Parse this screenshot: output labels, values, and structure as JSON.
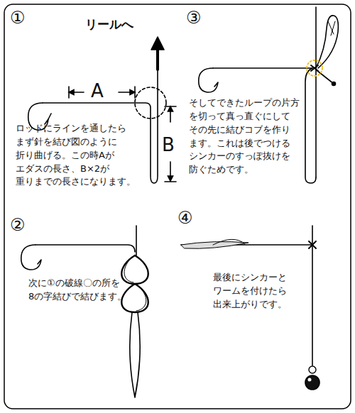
{
  "diagram": {
    "labels": [
      "①",
      "リールへ",
      "A",
      "B",
      "ロッドにラインを通したら まず針を結び図のように 折り曲げる。この時Aが エダスの長さ、B×2が 重りまでの長さになります。",
      "③",
      "そしてできたループの片方 を切って真っ直ぐにして その先に結びコブを作り ます。これは後でつける シンカーのすっぽ抜けを 防ぐためです。",
      "②",
      "次に①の破線〇の所を 8の字結びで結びます。",
      "④",
      "最後にシンカーと ワームを付けたら 出来上がりです。"
    ]
  }
}
